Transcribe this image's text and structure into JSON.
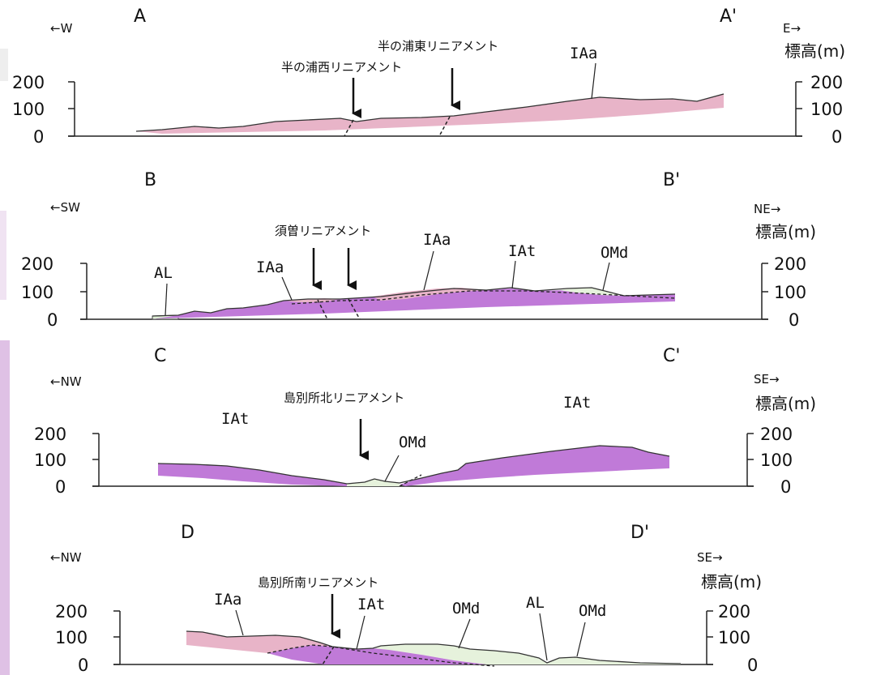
{
  "colors": {
    "IAa": "#e8b4c8",
    "IAt": "#c07ad8",
    "OMd": "#e6f2dc",
    "AL": "#ddeed4",
    "map_strip": "#d9b6e0",
    "line": "#222222"
  },
  "unit_label": "標高(m)",
  "elevation_ticks": [
    "200",
    "100",
    "0"
  ],
  "sections": [
    {
      "id": "A",
      "start_label": "A",
      "end_label": "A'",
      "west_dir": "←W",
      "east_dir": "E→",
      "lineaments": [
        "半の浦西リニアメント",
        "半の浦東リニアメント"
      ],
      "units": [
        "IAa"
      ]
    },
    {
      "id": "B",
      "start_label": "B",
      "end_label": "B'",
      "west_dir": "←SW",
      "east_dir": "NE→",
      "lineaments": [
        "須曽リニアメント"
      ],
      "units": [
        "AL",
        "IAa",
        "IAa",
        "IAt",
        "OMd"
      ]
    },
    {
      "id": "C",
      "start_label": "C",
      "end_label": "C'",
      "west_dir": "←NW",
      "east_dir": "SE→",
      "lineaments": [
        "島別所北リニアメント"
      ],
      "units": [
        "IAt",
        "OMd",
        "IAt"
      ]
    },
    {
      "id": "D",
      "start_label": "D",
      "end_label": "D'",
      "west_dir": "←NW",
      "east_dir": "SE→",
      "lineaments": [
        "島別所南リニアメント"
      ],
      "units": [
        "IAa",
        "IAt",
        "OMd",
        "AL",
        "OMd"
      ]
    }
  ]
}
